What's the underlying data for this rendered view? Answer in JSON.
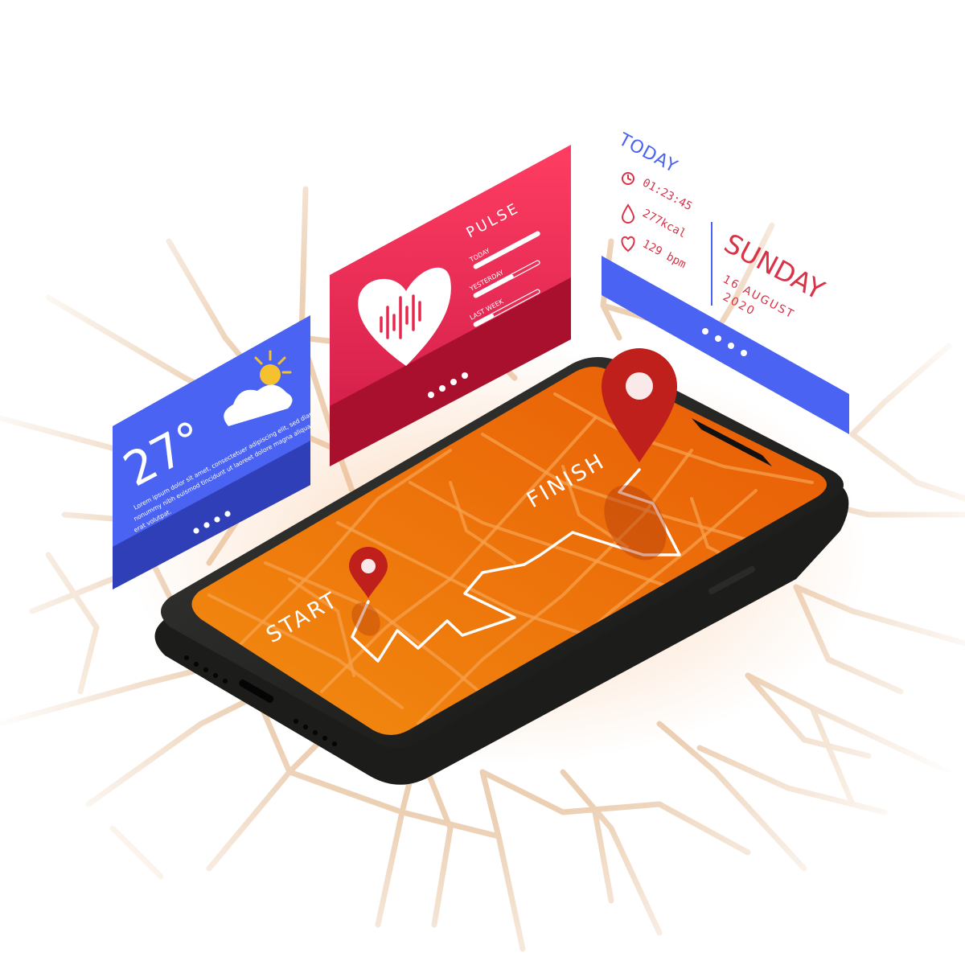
{
  "weather": {
    "temperature": "27°",
    "body_line_1": "Lorem ipsum dolor sit amet, consectetuer adipiscing elit, sed diam",
    "body_line_2": "nonummy nibh euismod tincidunt ut laoreet dolore magna aliquam",
    "body_line_3": "erat volutpat.",
    "icon": "cloud-sun-icon",
    "color": "#4a63f2"
  },
  "pulse": {
    "title": "PULSE",
    "rows": [
      {
        "label": "TODAY",
        "fill": 1.0
      },
      {
        "label": "YESTERDAY",
        "fill": 0.6
      },
      {
        "label": "LAST WEEK",
        "fill": 0.3
      }
    ],
    "icon": "heart-pulse-icon",
    "color": "#f0335c"
  },
  "today": {
    "title": "TODAY",
    "time": "01:23:45",
    "calories": "277kcal",
    "heart_rate": "129 bpm",
    "day": "SUNDAY",
    "date_line_1": "16 AUGUST",
    "date_line_2": "2020",
    "icons": [
      "clock-icon",
      "drop-icon",
      "heart-icon"
    ],
    "accent": "#4a63f2",
    "day_color": "#d93348"
  },
  "map": {
    "start_label": "START",
    "finish_label": "FINISH",
    "screen_color": "#ef7a0f",
    "pin_color": "#c0201c"
  }
}
